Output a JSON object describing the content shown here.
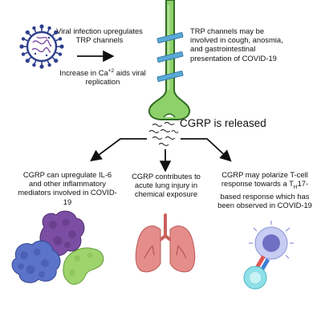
{
  "virus_note": "Viral infection upregulates TRP channels",
  "calcium_note": {
    "prefix": "Increase in Ca",
    "superscript": "+2",
    "suffix": " aids viral replication"
  },
  "trp_note": "TRP channels may be involved in  cough, anosmia, and gastrointestinal presentation of COVID-19",
  "release_label": "CGRP is released",
  "outcomes": {
    "left": "CGRP can upregulate IL-6 and other inflammatory mediators involved in COVID-19",
    "middle": "CGRP contributes to acute lung injury in chemical exposure",
    "right": {
      "prefix": "CGRP may polarize T-cell response towards a T",
      "subscript": "H",
      "suffix": "17-based response which has been observed in COVID-19"
    }
  },
  "colors": {
    "neuron_fill": "#8ed16b",
    "neuron_stroke": "#2f6b22",
    "channel": "#59a8d6",
    "virus": "#2e3f8c",
    "protein_purple": "#7b4ea3",
    "protein_blue": "#5b73c9",
    "protein_green": "#9fd46d",
    "lung": "#e58d8a"
  },
  "icons": [
    "virus-icon",
    "neuron-icon",
    "cgrp-vesicles-icon",
    "protein-cluster-icon",
    "lungs-icon",
    "t-cell-icon"
  ]
}
